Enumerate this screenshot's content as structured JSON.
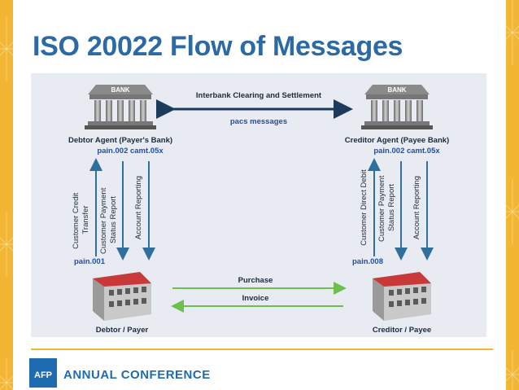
{
  "slide": {
    "title": "ISO 20022 Flow of Messages",
    "footer": {
      "logo_text": "AFP",
      "conference": "ANNUAL CONFERENCE"
    }
  },
  "diagram": {
    "left_bank": {
      "sign": "BANK",
      "label": "Debtor  Agent  (Payer's Bank)",
      "codes": "pain.002  camt.05x"
    },
    "right_bank": {
      "sign": "BANK",
      "label": "Creditor  Agent  (Payee Bank)",
      "codes": "pain.002  camt.05x"
    },
    "interbank": {
      "top_label": "Interbank Clearing and Settlement",
      "bottom_label": "pacs messages"
    },
    "left_side": {
      "arrows": [
        "Customer Credit Transfer",
        "Customer Payment Status Report",
        "Account Reporting"
      ],
      "arrow_lines": [
        [
          "Customer Credit",
          "Transfer"
        ],
        [
          "Customer Payment",
          "Status Report"
        ],
        [
          "Account Reporting"
        ]
      ],
      "code_bottom": "pain.001",
      "party": "Debtor / Payer"
    },
    "right_side": {
      "arrows": [
        "Customer Direct Debit",
        "Customer Payment Status Report",
        "Account Reporting"
      ],
      "arrow_lines": [
        [
          "Customer Direct Debit"
        ],
        [
          "Customer Payment",
          "Status Report"
        ],
        [
          "Account Reporting"
        ]
      ],
      "code_bottom": "pain.008",
      "party": "Creditor / Payee"
    },
    "middle": {
      "purchase": "Purchase",
      "invoice": "Invoice"
    }
  },
  "colors": {
    "title": "#2c6aa6",
    "code": "#1f4fa8",
    "arrow": "#2f6f9c",
    "green": "#6fbf4f",
    "accent": "#f2b632"
  }
}
